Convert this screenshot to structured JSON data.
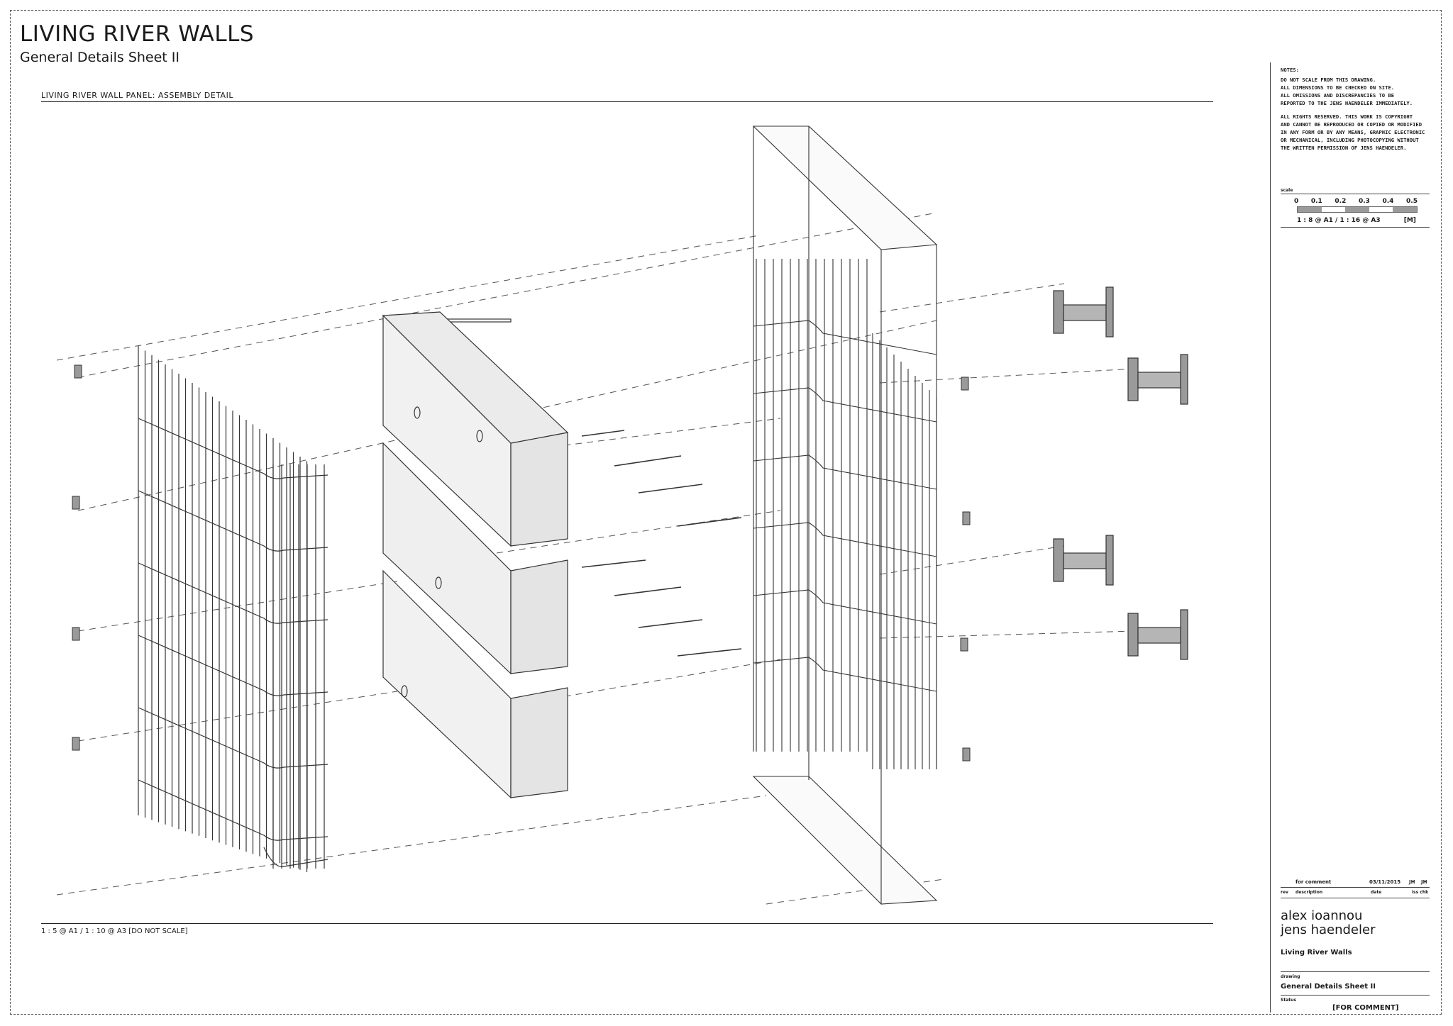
{
  "header": {
    "title": "LIVING RIVER WALLS",
    "subtitle": "General Details Sheet II",
    "detail_title": "LIVING RIVER WALL PANEL: ASSEMBLY DETAIL",
    "detail_scale": "1 : 5 @ A1 / 1 : 10 @ A3 [DO NOT SCALE]"
  },
  "notes": {
    "heading": "NOTES:",
    "para1": "DO NOT SCALE FROM THIS DRAWING.\nALL DIMENSIONS TO BE CHECKED ON SITE.\nALL OMISSIONS AND DISCREPANCIES TO BE\nREPORTED  TO THE JENS HAENDELER IMMEDIATELY.",
    "para2": "ALL RIGHTS RESERVED. THIS WORK IS COPYRIGHT\nAND CANNOT BE REPRODUCED OR COPIED OR MODIFIED\nIN ANY FORM OR BY ANY MEANS, GRAPHIC ELECTRONIC\nOR MECHANICAL, INCLUDING PHOTOCOPYING WITHOUT\nTHE WRITTEN PERMISSION OF JENS HAENDELER."
  },
  "scale": {
    "label": "scale",
    "ticks": [
      "0",
      "0.1",
      "0.2",
      "0.3",
      "0.4",
      "0.5"
    ],
    "text": "1 : 8 @ A1 / 1 : 16 @ A3",
    "unit": "[M]"
  },
  "revision": {
    "description": "for comment",
    "date": "03/11/2015",
    "iss": "JH",
    "chk": "JH",
    "col_rev": "rev",
    "col_description": "description",
    "col_date": "date",
    "col_iss_chk": "iss  chk"
  },
  "titleblock": {
    "author1": "alex ioannou",
    "author2": "jens haendeler",
    "project": "Living River Walls",
    "drawing_label": "drawing",
    "drawing": "General Details Sheet II",
    "status_label": "Status",
    "status": "[FOR COMMENT]"
  }
}
